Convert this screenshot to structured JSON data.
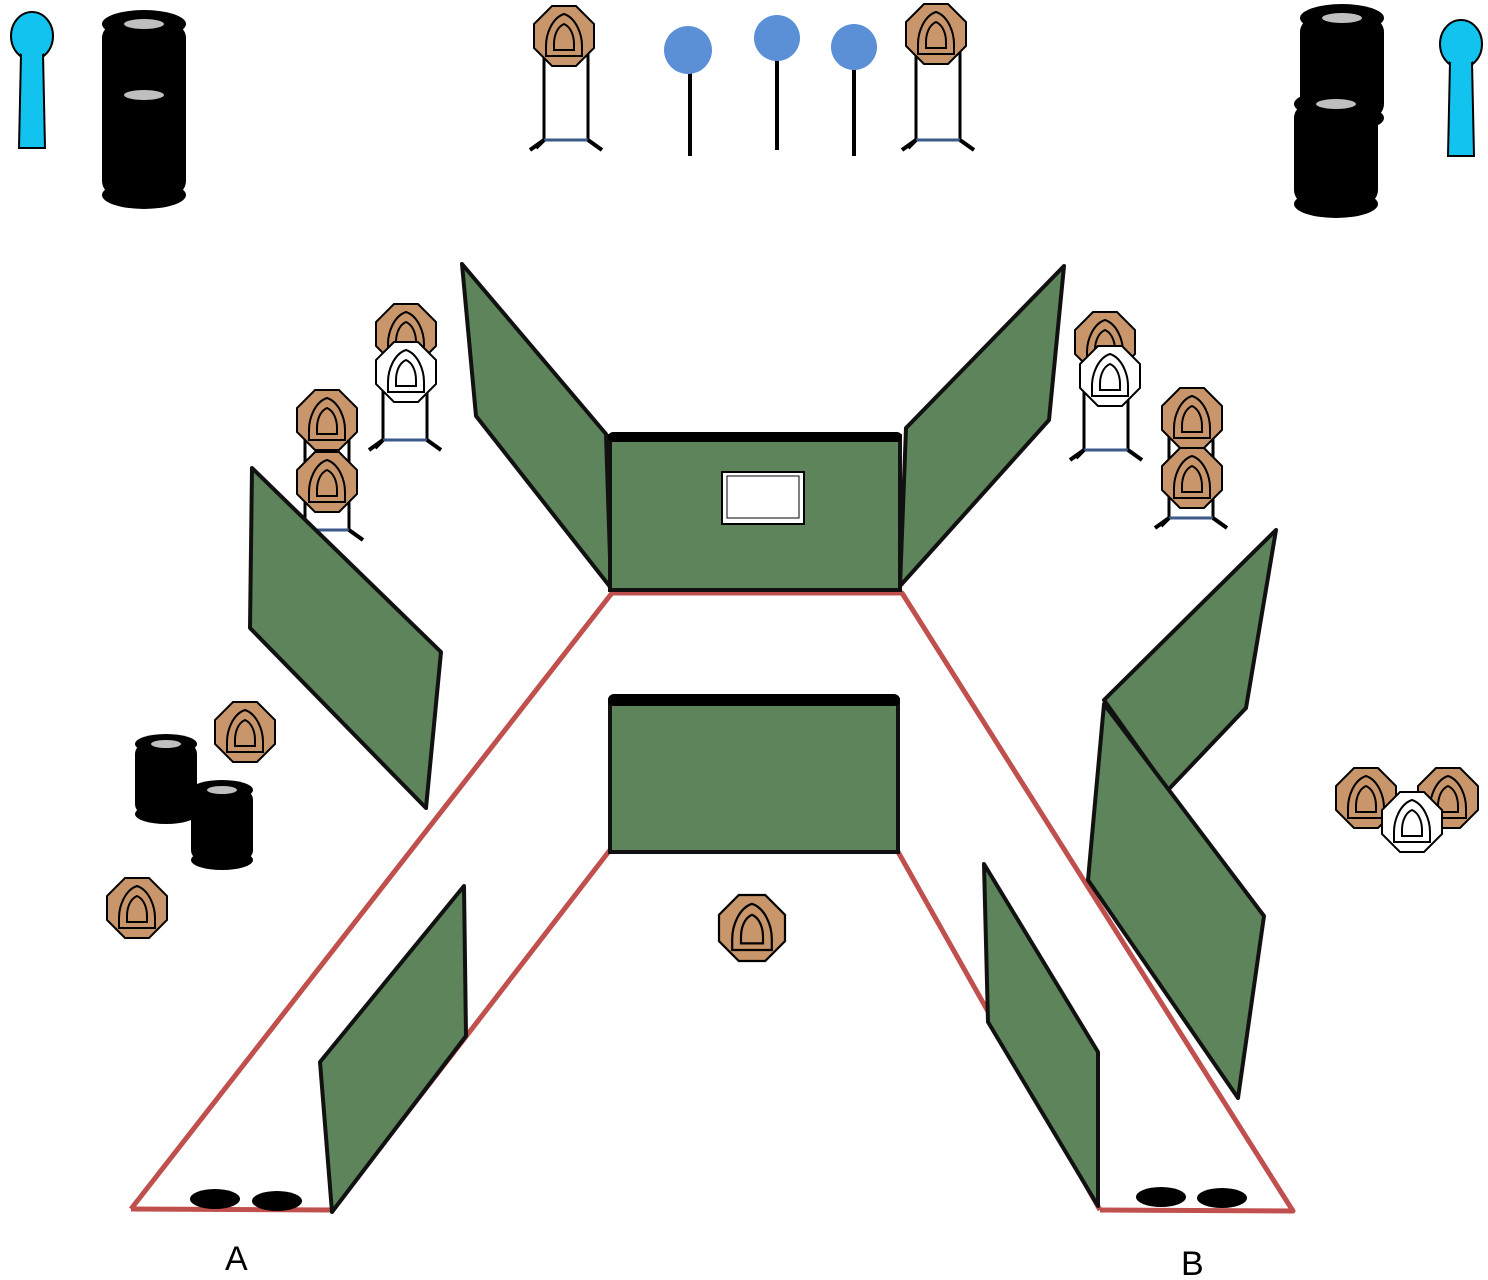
{
  "diagram": {
    "start_labels": {
      "a": "A",
      "b": "B"
    },
    "colors": {
      "wall_fill": "#5e845b",
      "wall_edge": "#111111",
      "fault_line": "#c0504d",
      "target_tan": "#c8966a",
      "popper_blue": "#5b8fd6",
      "pin_cyan": "#12c3f0",
      "barrel": "#000000",
      "barrel_top": "#bfbfbf",
      "no_shoot": "#ffffff"
    },
    "icons": {
      "paper_target": "octagon-target-icon",
      "no_shoot": "no-shoot-target-icon",
      "popper": "popper-icon",
      "clamshell": "pepper-popper-cyan-icon",
      "barrel": "barrel-stack-icon",
      "wall": "wall-panel",
      "window": "window-port",
      "foot_marker": "foot-marker-icon"
    }
  }
}
